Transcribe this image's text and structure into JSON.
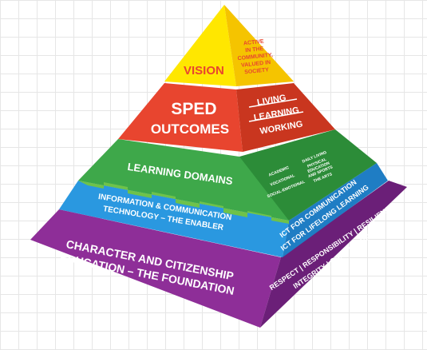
{
  "colors": {
    "vision": "#ffe700",
    "sped": "#e8452f",
    "learning": "#3ea84a",
    "ict": "#2a98e0",
    "foundation": "#8e2e98"
  },
  "vision": {
    "title": "VISION",
    "desc": [
      "ACTIVE",
      "IN THE",
      "COMMUNITY,",
      "VALUED IN",
      "SOCIETY"
    ]
  },
  "sped": {
    "title": [
      "SPED",
      "OUTCOMES"
    ],
    "side": [
      "LIVING",
      "LEARNING",
      "WORKING"
    ]
  },
  "learning": {
    "title": "LEARNING DOMAINS",
    "side": [
      "ACADEMIC",
      "VOCATIONAL",
      "SOCIAL-EMOTIONAL",
      "DAILY LIVING",
      "PHYSICAL",
      "EDUCATION",
      "AND SPORTS",
      "THE ARTS"
    ]
  },
  "ict": {
    "title": [
      "INFORMATION & COMMUNICATION",
      "TECHNOLOGY – THE ENABLER"
    ],
    "side": [
      "ICT FOR COMMUNICATION",
      "ICT FOR LIFELONG LEARNING"
    ]
  },
  "foundation": {
    "title": [
      "CHARACTER AND CITIZENSHIP",
      "EDUCATION – THE FOUNDATION"
    ],
    "side": [
      "RESPECT  |  RESPONSIBILITY  |  RESILIENCE",
      "INTEGRITY  |  CARE  |  HARMONY"
    ]
  }
}
